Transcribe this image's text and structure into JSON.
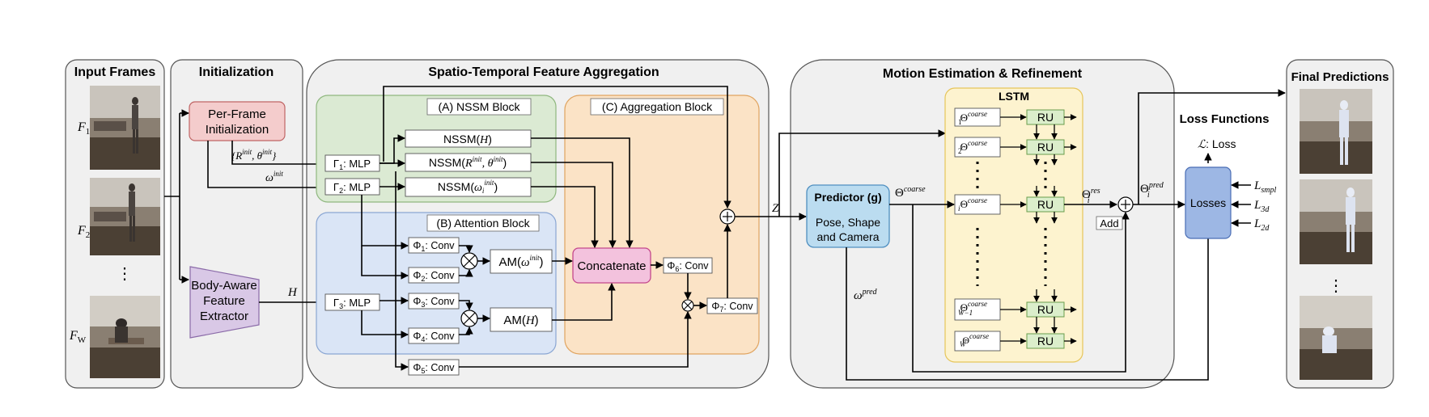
{
  "panels": {
    "input_frames": "Input Frames",
    "initialization": "Initialization",
    "aggregation": "Spatio-Temporal Feature Aggregation",
    "motion": "Motion Estimation & Refinement",
    "final": "Final Predictions"
  },
  "frames": {
    "f1": "F",
    "f1_sub": "1",
    "f2": "F",
    "f2_sub": "2",
    "fw": "F",
    "fw_sub": "W"
  },
  "init": {
    "per_frame_1": "Per-Frame",
    "per_frame_2": "Initialization",
    "body_1": "Body-Aware",
    "body_2": "Feature",
    "body_3": "Extractor",
    "r_theta": "{R",
    "r_sup": "init",
    "theta": ", θ",
    "theta_sup": "init",
    "r_close": "}",
    "omega": "ω",
    "omega_sup": "init",
    "h": "H"
  },
  "nssm": {
    "block": "(A) NSSM Block",
    "gamma1": "Γ",
    "gamma1_sub": "1",
    "gamma1_rest": ": MLP",
    "gamma2": "Γ",
    "gamma2_sub": "2",
    "gamma2_rest": ": MLP",
    "n1": "NSSM(",
    "n1_var": "H",
    "n1_close": ")",
    "n2": "NSSM(",
    "n2_var": "R",
    "n2_sup": "init",
    "n2_mid": ", θ",
    "n2_sup2": "init",
    "n2_close": ")",
    "n3": "NSSM(",
    "n3_var": "ω",
    "n3_sub": "i",
    "n3_sup": "init",
    "n3_close": ")"
  },
  "attention": {
    "block": "(B) Attention Block",
    "gamma3": "Γ",
    "gamma3_sub": "3",
    "gamma3_rest": ": MLP",
    "phi": "Φ",
    "conv": ": Conv",
    "phi1_sub": "1",
    "phi2_sub": "2",
    "phi3_sub": "3",
    "phi4_sub": "4",
    "phi5_sub": "5",
    "am1": "AM(",
    "am1_var": "ω",
    "am1_sup": "init",
    "am1_close": ")",
    "am2": "AM(",
    "am2_var": "H",
    "am2_close": ")"
  },
  "aggregation_block": {
    "block": "(C) Aggregation Block",
    "concat": "Concatenate",
    "phi6_sub": "6",
    "phi7_sub": "7",
    "z": "Z",
    "times": "×",
    "plus": "+"
  },
  "motion": {
    "predictor_title": "Predictor (g)",
    "predictor_l1": "Pose, Shape",
    "predictor_l2": "and Camera",
    "lstm": "LSTM",
    "ru": "RU",
    "theta": "Θ",
    "coarse": "coarse",
    "sub1": "1",
    "sub2": "2",
    "subi": "i",
    "subW1": "W−1",
    "subW": "W",
    "omega_pred": "ω",
    "pred": "pred",
    "res": "res",
    "add": "Add",
    "dots": "⋮"
  },
  "loss": {
    "title": "Loss Functions",
    "loss_label": ": Loss",
    "loss_sym": "ℒ",
    "losses": "Losses",
    "l": "L",
    "smpl": "smpl",
    "l3d": "3d",
    "l2d": "2d"
  },
  "colors": {
    "nssm_bg": "#dbead3",
    "attention_bg": "#dae5f6",
    "aggregation_bg": "#fbe3c6",
    "lstm_bg": "#fdf3cf",
    "per_frame": "#f4cccc",
    "body": "#d9c8e6",
    "concat": "#f3c2dd",
    "predictor": "#bbdcf0",
    "losses": "#9db7e4",
    "ru": "#dbeecb"
  }
}
